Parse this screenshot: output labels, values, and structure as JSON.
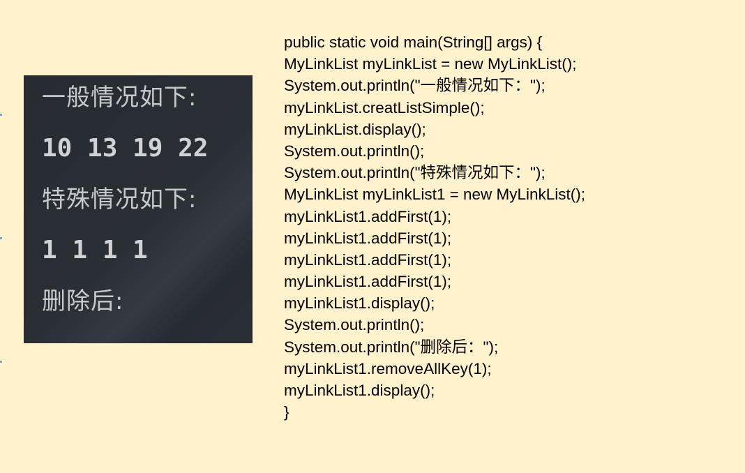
{
  "console": {
    "lines": [
      "一般情况如下:",
      "10 13 19 22",
      "特殊情况如下:",
      "1 1 1 1",
      "删除后:"
    ]
  },
  "code": {
    "lines": [
      "public static void main(String[] args) {",
      "MyLinkList myLinkList = new MyLinkList();",
      "System.out.println(\"一般情况如下：\");",
      "myLinkList.creatListSimple();",
      "myLinkList.display();",
      "System.out.println();",
      "System.out.println(\"特殊情况如下：\");",
      "MyLinkList myLinkList1 = new MyLinkList();",
      "myLinkList1.addFirst(1);",
      "myLinkList1.addFirst(1);",
      "myLinkList1.addFirst(1);",
      "myLinkList1.addFirst(1);",
      "myLinkList1.display();",
      "System.out.println();",
      "System.out.println(\"删除后：\");",
      "myLinkList1.removeAllKey(1);",
      "myLinkList1.display();",
      "}"
    ]
  },
  "colors": {
    "background": "#fff2cc",
    "console_background": "#2a2e35",
    "console_text": "#c7c9cc",
    "code_text": "#000000"
  }
}
